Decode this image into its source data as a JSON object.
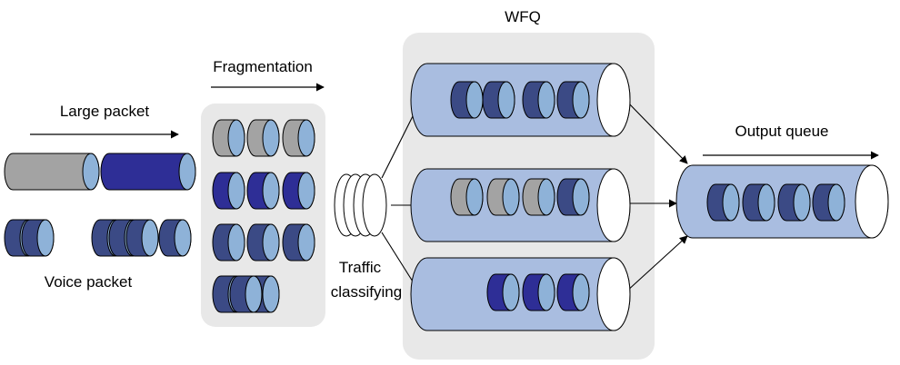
{
  "labels": {
    "large_packet": "Large packet",
    "voice_packet": "Voice packet",
    "fragmentation": "Fragmentation",
    "traffic": "Traffic",
    "classifying": "classifying",
    "wfq": "WFQ",
    "output_queue": "Output queue"
  },
  "colors": {
    "panel": "#e8e8e8",
    "tube": "#a9bde0",
    "large_gray": "#a3a3a3",
    "large_blue": "#2e2e96",
    "voice_dark": "#3b4a85",
    "packet_end": "#8eb2d8"
  }
}
